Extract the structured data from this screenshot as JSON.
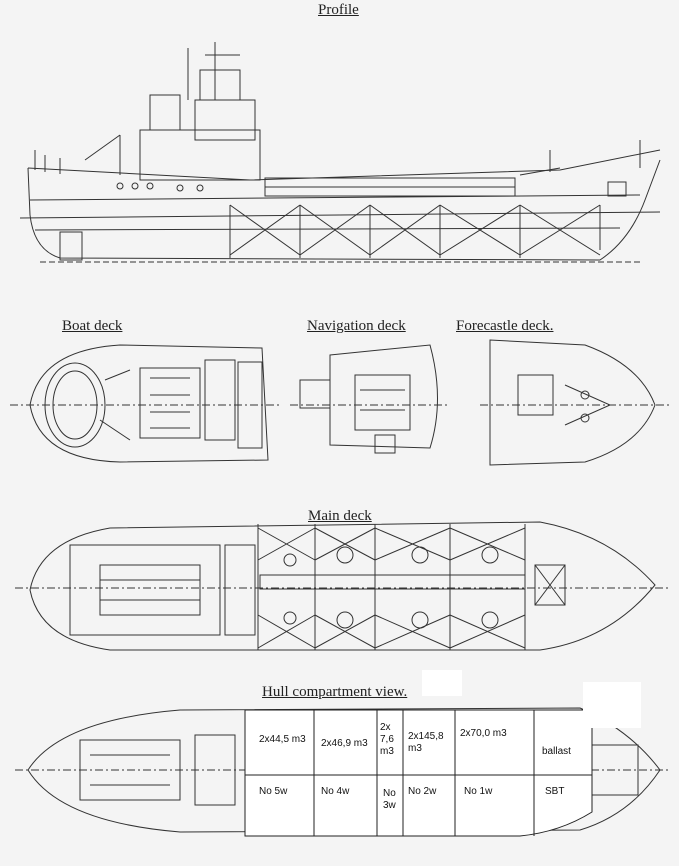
{
  "titles": {
    "profile": "Profile",
    "boat_deck": "Boat deck",
    "navigation_deck": "Navigation deck",
    "forecastle_deck": "Forecastle deck.",
    "main_deck": "Main deck",
    "hull_view": "Hull compartment view."
  },
  "compartments": [
    {
      "volume": "2x44,5 m3",
      "tank": "No 5w"
    },
    {
      "volume": "2x46,9 m3",
      "tank": "No 4w"
    },
    {
      "volume": "2x 7,6 m3",
      "tank": "No 3w"
    },
    {
      "volume": "2x145,8 m3",
      "tank": "No 2w"
    },
    {
      "volume": "2x70,0 m3",
      "tank": "No 1w"
    },
    {
      "volume": "ballast",
      "tank": "SBT"
    }
  ]
}
